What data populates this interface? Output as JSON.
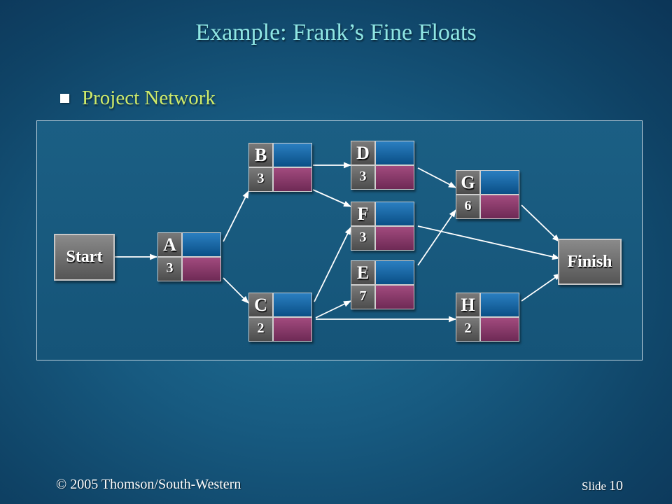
{
  "slide": {
    "title": "Example:  Frank’s Fine Floats",
    "bullet": "Project Network"
  },
  "network": {
    "start_label": "Start",
    "finish_label": "Finish",
    "activities": [
      {
        "id": "A",
        "duration": "3"
      },
      {
        "id": "B",
        "duration": "3"
      },
      {
        "id": "C",
        "duration": "2"
      },
      {
        "id": "D",
        "duration": "3"
      },
      {
        "id": "E",
        "duration": "7"
      },
      {
        "id": "F",
        "duration": "3"
      },
      {
        "id": "G",
        "duration": "6"
      },
      {
        "id": "H",
        "duration": "2"
      }
    ],
    "edges": [
      [
        "Start",
        "A"
      ],
      [
        "A",
        "B"
      ],
      [
        "A",
        "C"
      ],
      [
        "B",
        "D"
      ],
      [
        "B",
        "F"
      ],
      [
        "C",
        "F"
      ],
      [
        "C",
        "E"
      ],
      [
        "C",
        "H"
      ],
      [
        "D",
        "G"
      ],
      [
        "E",
        "G"
      ],
      [
        "G",
        "Finish"
      ],
      [
        "F",
        "Finish"
      ],
      [
        "H",
        "Finish"
      ]
    ],
    "colors": {
      "early_cell": "#0a4f86",
      "late_cell": "#6e2a55",
      "label_cell": "#5a5a5a"
    }
  },
  "footer": {
    "copyright": "© 2005  Thomson/South-Western",
    "slide_word": "Slide",
    "slide_number": "10"
  }
}
